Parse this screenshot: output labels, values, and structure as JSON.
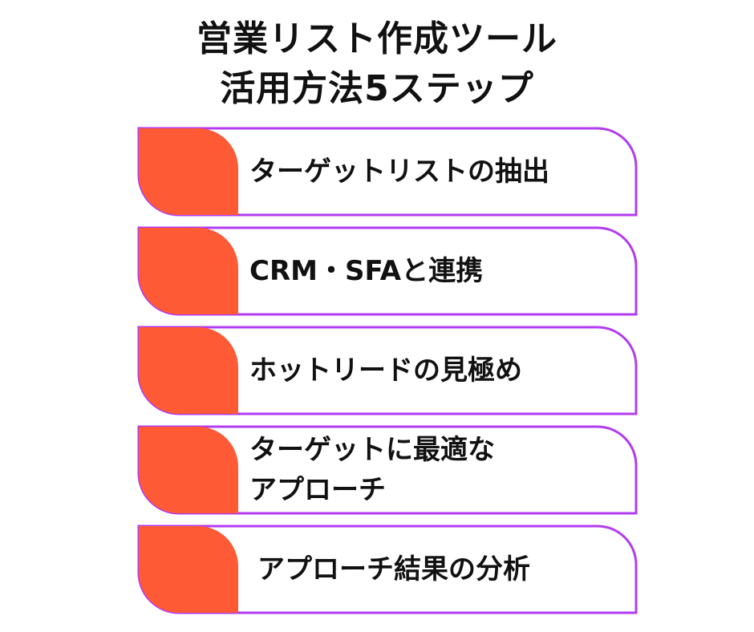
{
  "title": {
    "line1": "営業リスト作成ツール",
    "line2": "活用方法5ステップ"
  },
  "colors": {
    "accent": "#FF5A36",
    "border": "#B13BF0",
    "text": "#111111",
    "background": "#FFFFFF"
  },
  "steps": [
    {
      "label": "ターゲットリストの抽出"
    },
    {
      "label": "CRM・SFAと連携"
    },
    {
      "label": "ホットリードの見極め"
    },
    {
      "label": "ターゲットに最適な\nアプローチ"
    },
    {
      "label": "アプローチ結果の分析"
    }
  ]
}
